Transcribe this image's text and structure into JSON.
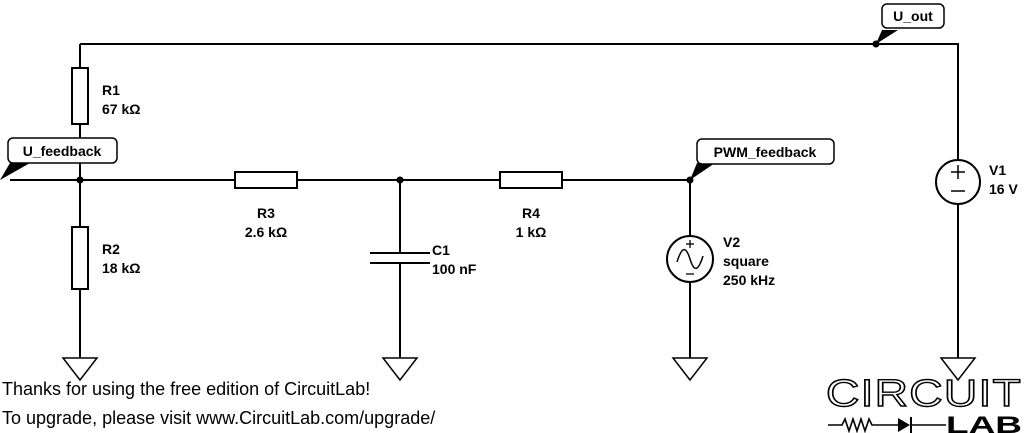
{
  "nets": {
    "u_out": "U_out",
    "u_feedback": "U_feedback",
    "pwm_feedback": "PWM_feedback"
  },
  "components": {
    "r1": {
      "name": "R1",
      "value": "67 kΩ"
    },
    "r2": {
      "name": "R2",
      "value": "18 kΩ"
    },
    "r3": {
      "name": "R3",
      "value": "2.6 kΩ"
    },
    "r4": {
      "name": "R4",
      "value": "1 kΩ"
    },
    "c1": {
      "name": "C1",
      "value": "100 nF"
    },
    "v1": {
      "name": "V1",
      "value": "16 V"
    },
    "v2": {
      "name": "V2",
      "type": "square",
      "value": "250 kHz"
    }
  },
  "footer": {
    "line1": "Thanks for using the free edition of CircuitLab!",
    "line2": "To upgrade, please visit www.CircuitLab.com/upgrade/"
  },
  "logo": {
    "top": "CIRCUIT",
    "bottom": "LAB"
  },
  "colors": {
    "wire": "#000000",
    "background": "#ffffff"
  }
}
